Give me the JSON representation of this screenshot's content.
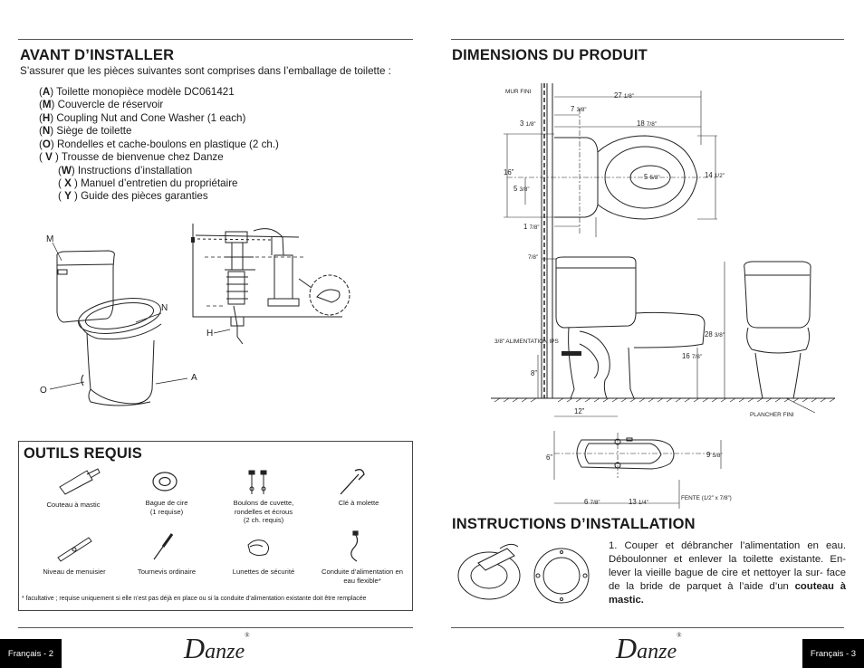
{
  "left": {
    "title": "AVANT D’INSTALLER",
    "intro": "S’assurer que les pièces suivantes sont comprises dans l’emballage de toilette :",
    "parts": [
      {
        "pre": "(",
        "key": "A",
        "post": ") Toilette monopièce modèle DC061421"
      },
      {
        "pre": "(",
        "key": "M",
        "post": ") Couvercle de réservoir"
      },
      {
        "pre": "(",
        "key": "H",
        "post": ") Coupling Nut and Cone Washer (1 each)"
      },
      {
        "pre": "(",
        "key": "N",
        "post": ") Siège de toilette"
      },
      {
        "pre": "(",
        "key": "O",
        "post": ") Rondelles et cache-boulons en plastique (2 ch.)"
      },
      {
        "pre": "( ",
        "key": "V",
        "post": " ) Trousse de bienvenue chez Danze"
      }
    ],
    "subparts": [
      {
        "pre": "(",
        "key": "W",
        "post": ") Instructions d’installation"
      },
      {
        "pre": "( ",
        "key": "X",
        "post": " ) Manuel d’entretien du propriétaire"
      },
      {
        "pre": "( ",
        "key": "Y",
        "post": " )  Guide des pièces garanties"
      }
    ],
    "labels": {
      "M": "M",
      "N": "N",
      "O": "O",
      "A": "A",
      "H": "H"
    },
    "tools_title": "OUTILS REQUIS",
    "tools": [
      {
        "name": "Couteau à mastic",
        "icon": "putty-knife-icon"
      },
      {
        "name": "Bague   de   cire\n(1 requise)",
        "icon": "wax-ring-icon"
      },
      {
        "name": "Boulons de cuvette,\nrondelles  et  écrous\n(2 ch. requis)",
        "icon": "bolts-icon"
      },
      {
        "name": "Clé à molette",
        "icon": "adjustable-wrench-icon"
      },
      {
        "name": "Niveau de menuisier",
        "icon": "level-icon"
      },
      {
        "name": "Tournevis ordinaire",
        "icon": "screwdriver-icon"
      },
      {
        "name": "Lunettes de sécurité",
        "icon": "safety-glasses-icon"
      },
      {
        "name": "Conduite   d’alimentation   en\neau flexible*",
        "icon": "supply-line-icon"
      }
    ],
    "footnote": "* facultative ; requise uniquement si elle n’est pas déjà en place ou si la conduite d’alimentation existante doit être remplacée",
    "footer": "Français - 2"
  },
  "right": {
    "dims_title": "DIMENSIONS DU PRODUIT",
    "dims": {
      "mur_fini": "MUR FINI",
      "d27": "27",
      "d27s": "1/8”",
      "d7": "7",
      "d7s": "3/8”",
      "d3": "3",
      "d3s": "1/8”",
      "d18": "18",
      "d18s": "7/8”",
      "d16a": "16”",
      "d5a": "5",
      "d5as": "5/8”",
      "d14": "14",
      "d14s": "1/2”",
      "d5b": "5",
      "d5bs": "3/8”",
      "d1": "1",
      "d1s": "7/8”",
      "d78": "7/8”",
      "d28": "28",
      "d28s": "3/8”",
      "supply": "3/8” ALIMENTATION IPS",
      "d16b": "16",
      "d16bs": "7/8”",
      "d8": "8”",
      "plancher": "PLANCHER FINI",
      "d12": "12”",
      "d6": "6”",
      "d9": "9",
      "d9s": "5/8”",
      "d6b": "6",
      "d6bs": "7/8”",
      "d13": "13",
      "d13s": "1/4”",
      "fente": "FENTE (1/2” x 7/8”)"
    },
    "instr_title": "INSTRUCTIONS D’INSTALLATION",
    "step1": "1. Couper et débrancher l’alimentation en eau. Déboulonner et enlever la toilette existante. En- lever la vieille bague de cire et nettoyer la sur- face de la bride de parquet à l’aide d’un ",
    "step1_bold": "couteau à mastic.",
    "footer": "Français - 3"
  },
  "brand": {
    "initial": "D",
    "rest": "anze",
    "mark": "®"
  }
}
